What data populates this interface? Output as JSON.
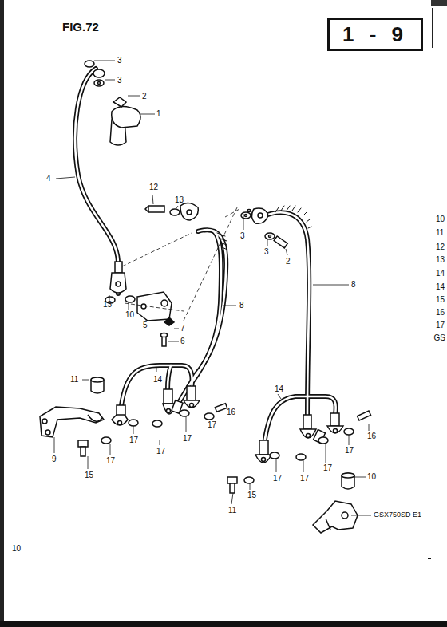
{
  "diagram": {
    "title": "FIG.72",
    "nodes": [
      {
        "text": [
          "1 - 9"
        ]
      }
    ],
    "labels": [
      "3",
      "3",
      "2",
      "1",
      "4",
      "12",
      "13",
      "3",
      "3",
      "2",
      "8",
      "8",
      "13",
      "10",
      "5",
      "7",
      "6",
      "11",
      "14",
      "14",
      "16",
      "16",
      "9",
      "17",
      "17",
      "17",
      "17",
      "17",
      "17",
      "17",
      "17",
      "17",
      "15",
      "15",
      "11",
      "10",
      "GSX750SD E1",
      "10",
      "10",
      "11",
      "12",
      "13",
      "14",
      "14",
      "15",
      "16",
      "17",
      "GS"
    ]
  }
}
